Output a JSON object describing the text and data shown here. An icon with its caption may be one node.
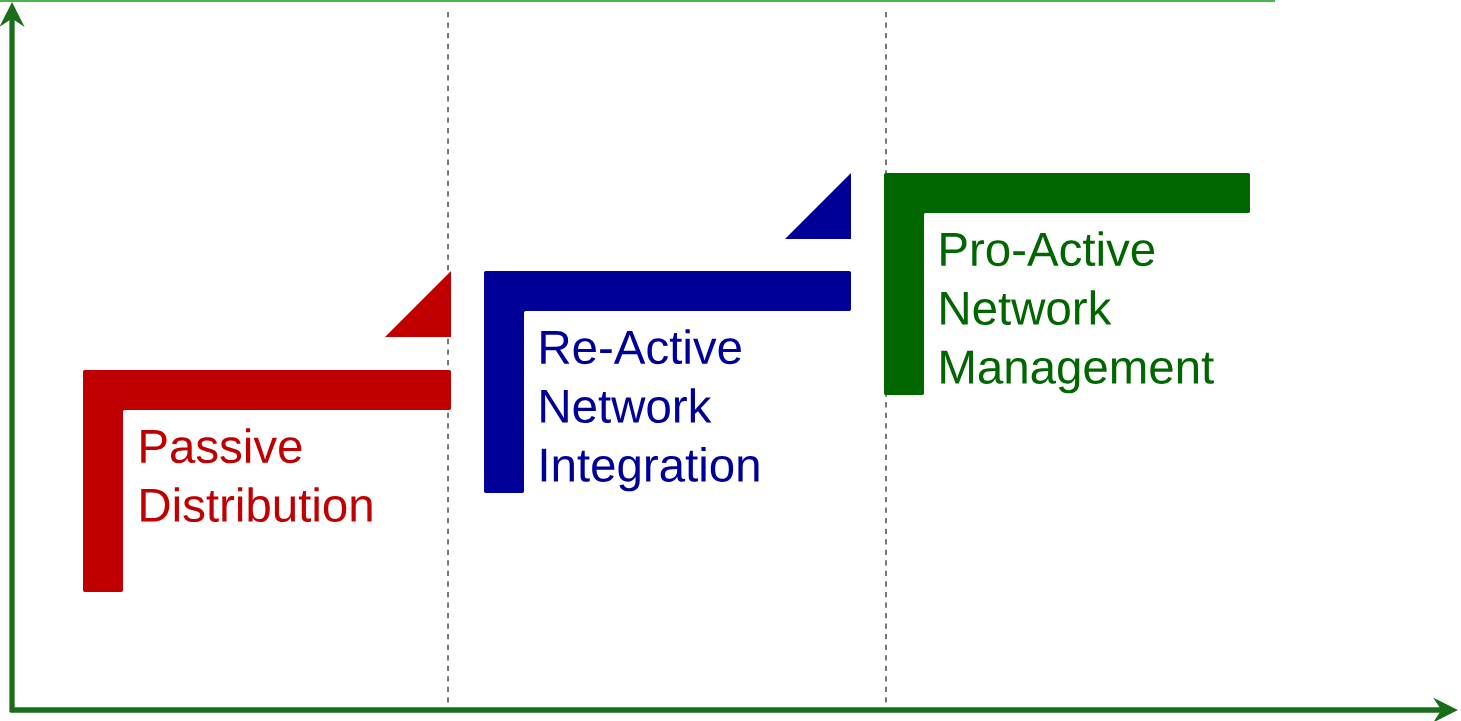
{
  "diagram": {
    "nodes": [
      {
        "text": [
          "Passive Distribution"
        ]
      },
      {
        "text": [
          "Re-Active Network Integration"
        ]
      },
      {
        "text": [
          "Pro-Active Network Management"
        ]
      }
    ]
  }
}
